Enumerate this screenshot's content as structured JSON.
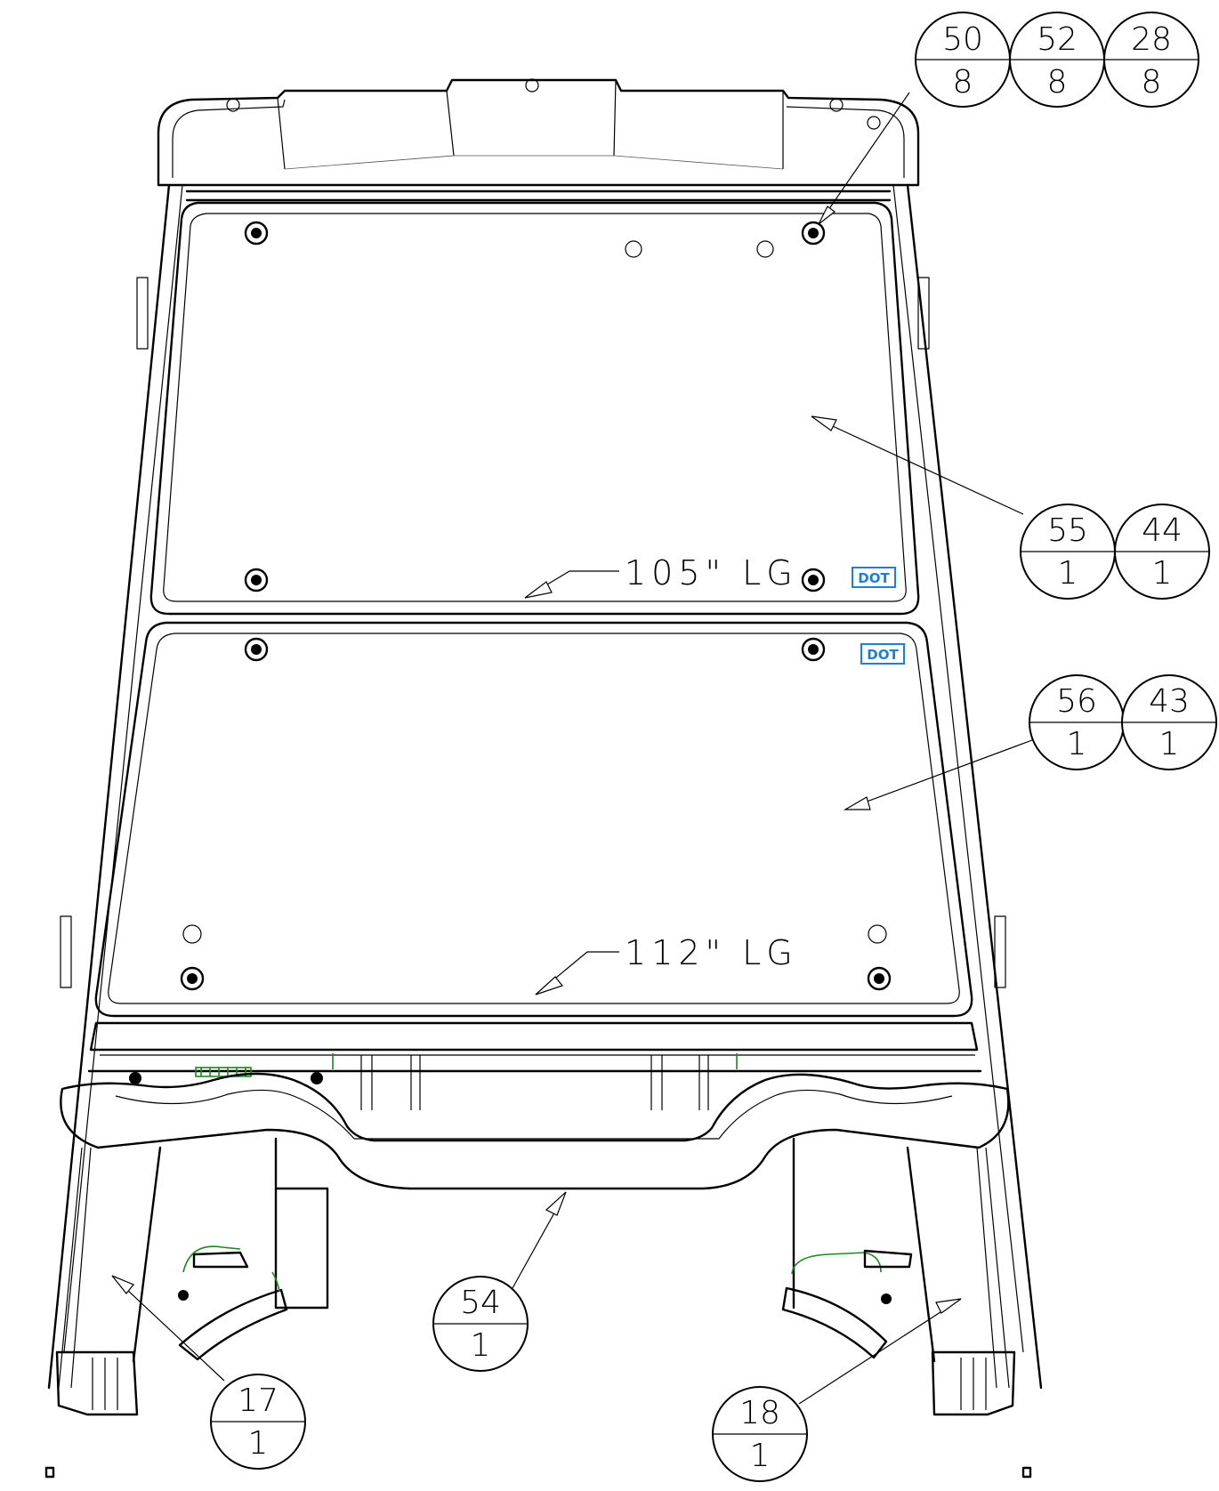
{
  "callouts": [
    {
      "id": "b-50",
      "top": "50",
      "bottom": "8"
    },
    {
      "id": "b-52",
      "top": "52",
      "bottom": "8"
    },
    {
      "id": "b-28",
      "top": "28",
      "bottom": "8"
    },
    {
      "id": "b-55",
      "top": "55",
      "bottom": "1"
    },
    {
      "id": "b-44",
      "top": "44",
      "bottom": "1"
    },
    {
      "id": "b-56",
      "top": "56",
      "bottom": "1"
    },
    {
      "id": "b-43",
      "top": "43",
      "bottom": "1"
    },
    {
      "id": "b-54",
      "top": "54",
      "bottom": "1"
    },
    {
      "id": "b-17",
      "top": "17",
      "bottom": "1"
    },
    {
      "id": "b-18",
      "top": "18",
      "bottom": "1"
    }
  ],
  "dimensions": {
    "upper_length": "105\" LG",
    "lower_length": "112\" LG"
  },
  "labels": {
    "dot_upper": "DOT",
    "dot_lower": "DOT"
  },
  "colors": {
    "line": "#000000",
    "dot_label": "#1f7fd6",
    "hardware": "#1a8a1a"
  }
}
